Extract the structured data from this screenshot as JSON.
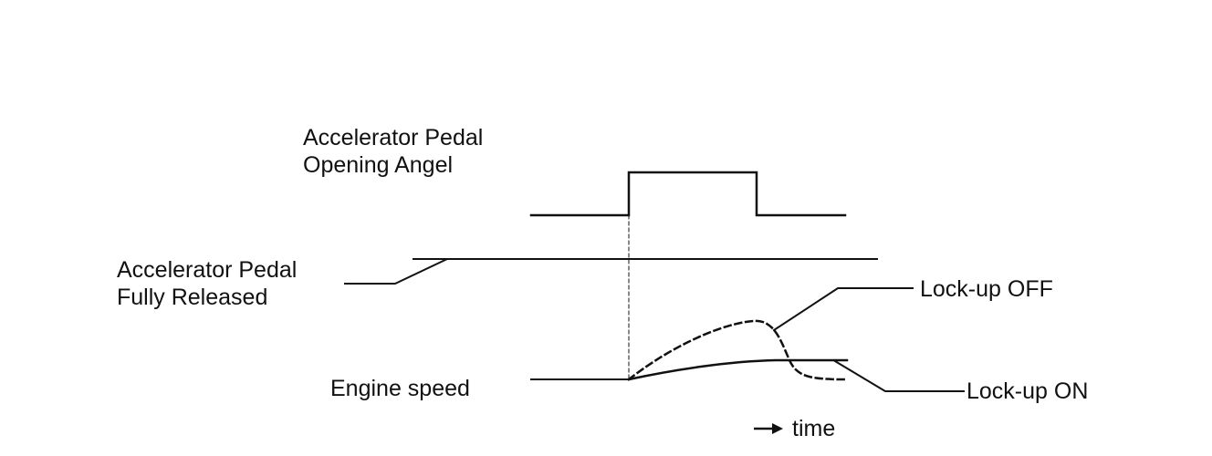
{
  "labels": {
    "pedal_angle_line1": "Accelerator Pedal",
    "pedal_angle_line2": "Opening Angel",
    "pedal_released_line1": "Accelerator Pedal",
    "pedal_released_line2": "Fully Released",
    "engine_speed": "Engine speed",
    "lockup_off": "Lock-up OFF",
    "lockup_on": "Lock-up ON",
    "time": "time"
  },
  "colors": {
    "line": "#111111",
    "background": "#ffffff"
  }
}
